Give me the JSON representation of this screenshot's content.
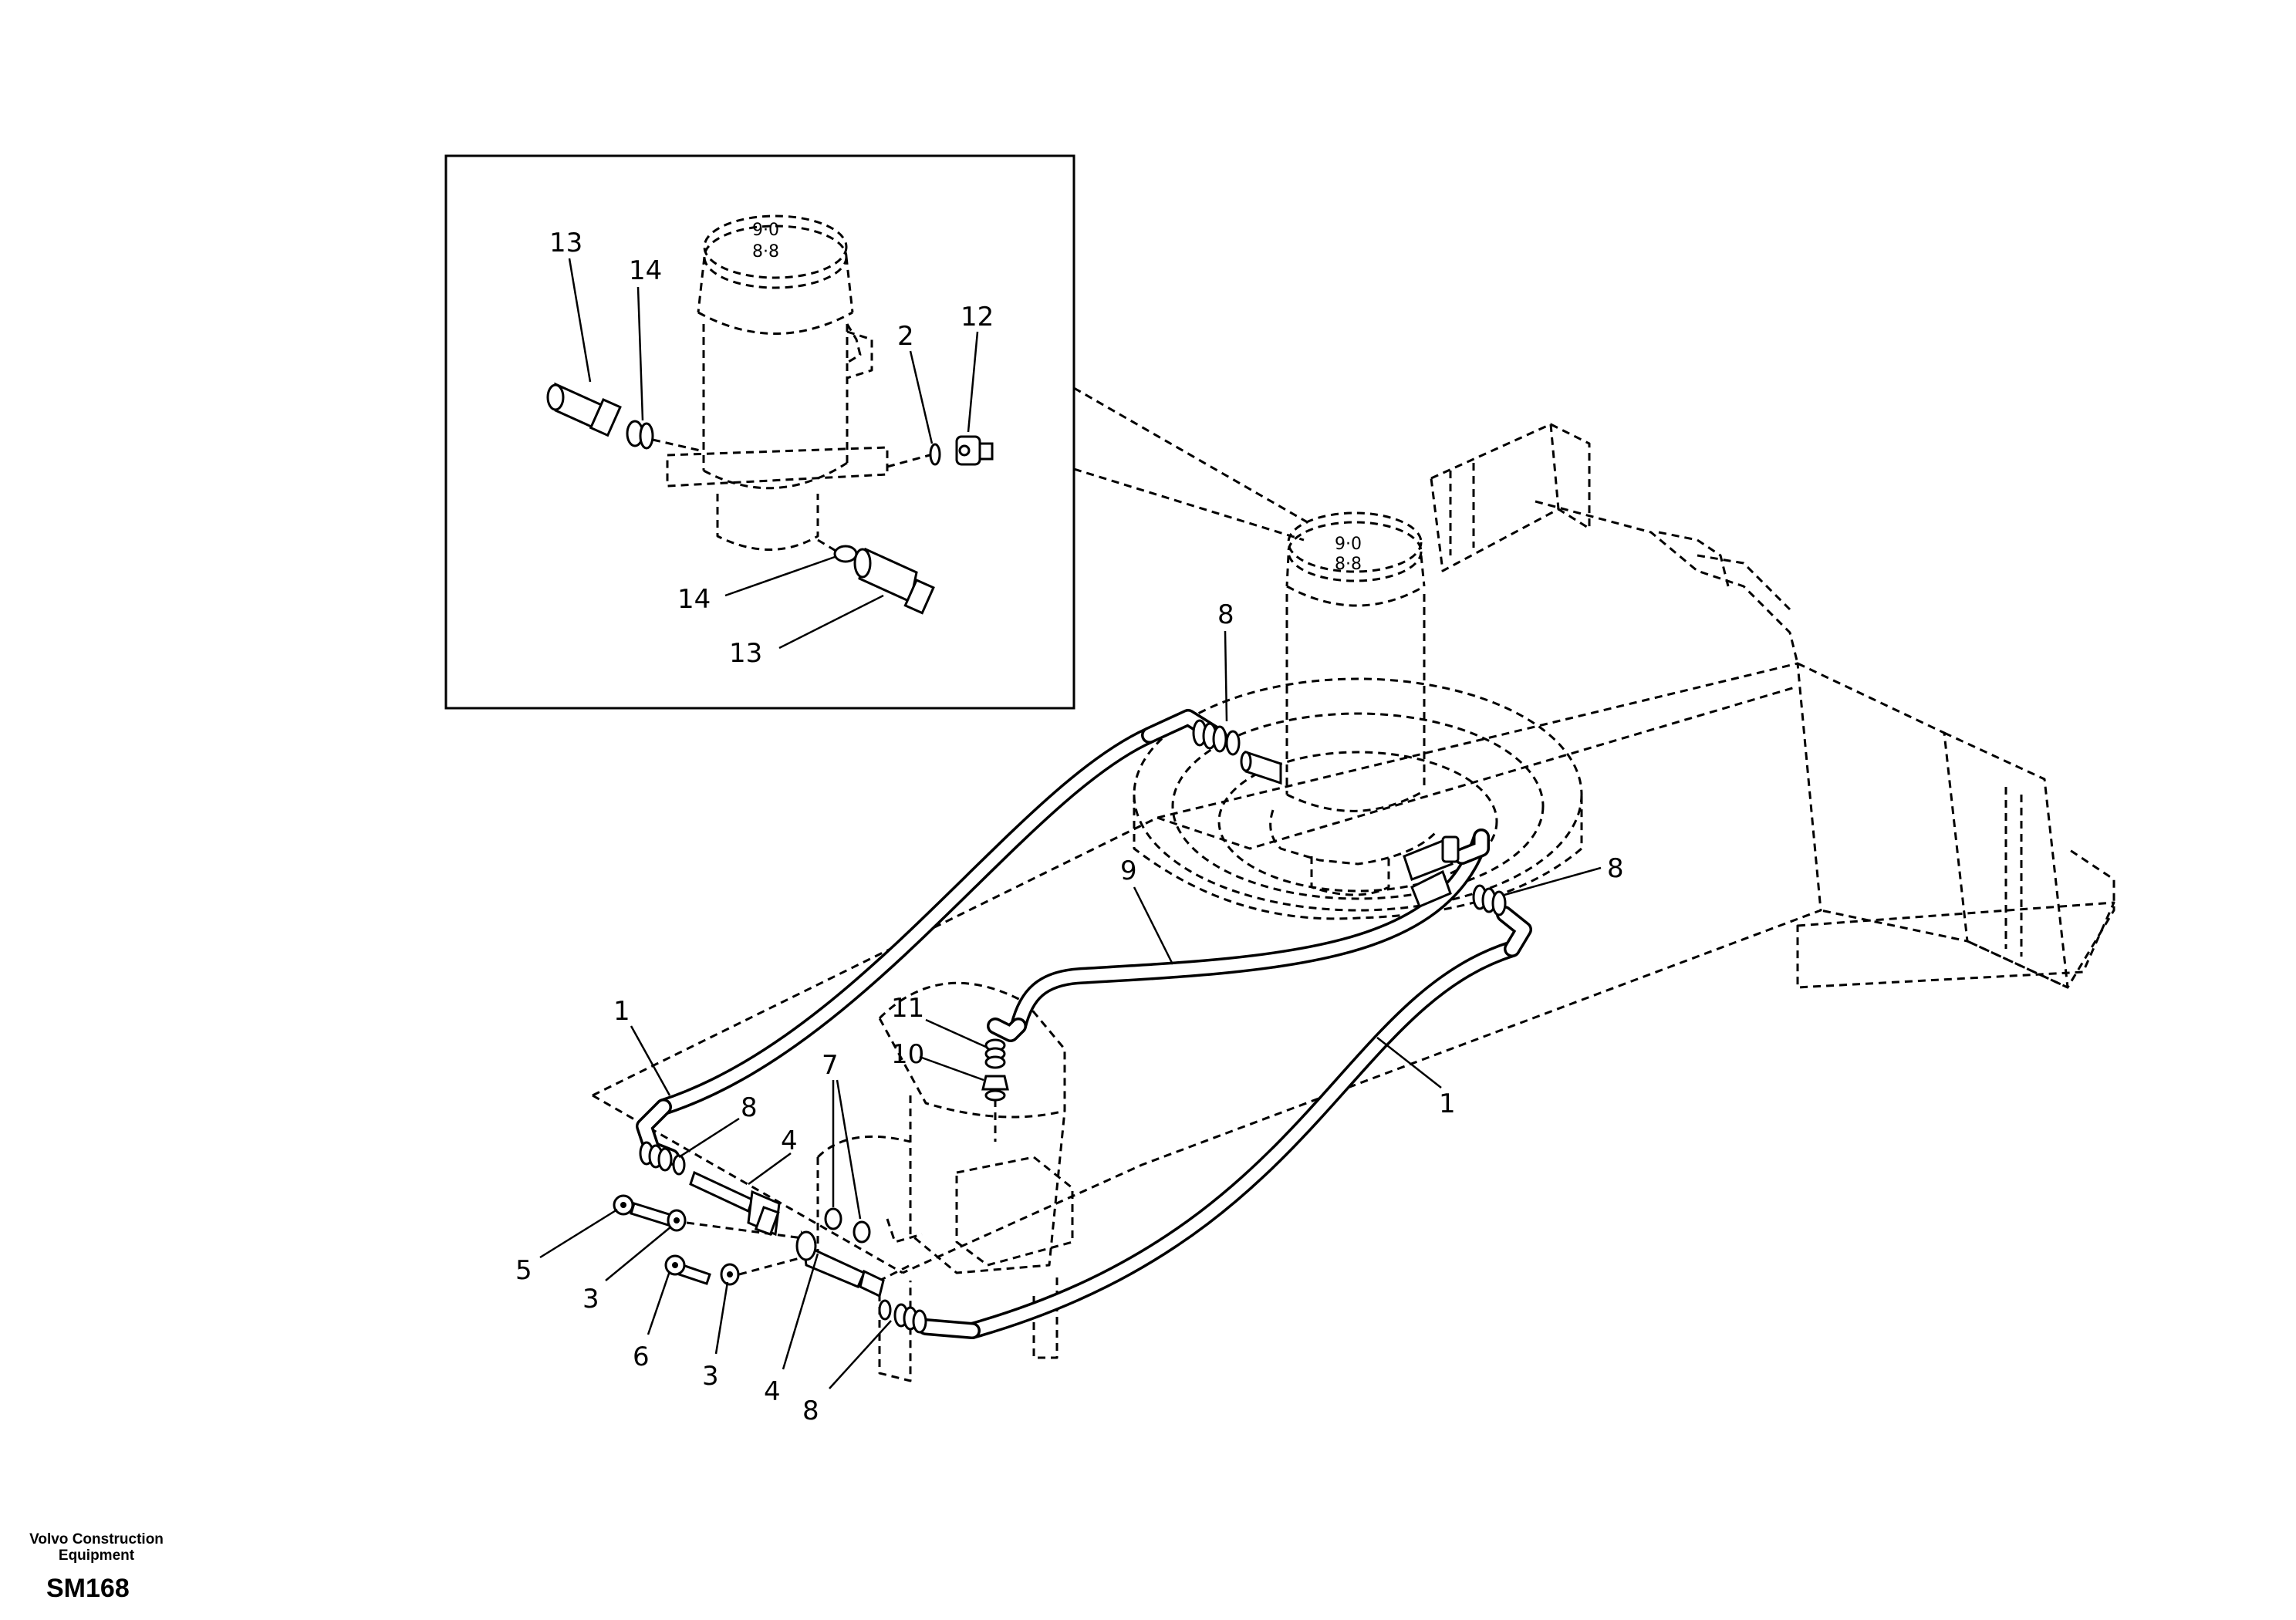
{
  "brand": {
    "line1": "Volvo Construction",
    "line2": "Equipment"
  },
  "drawing_code": "SM168",
  "callouts": {
    "detail": [
      "13",
      "14",
      "2",
      "12",
      "14",
      "13"
    ],
    "main": [
      "8",
      "8",
      "9",
      "11",
      "10",
      "1",
      "1",
      "7",
      "8",
      "4",
      "5",
      "3",
      "6",
      "3",
      "4",
      "8"
    ]
  }
}
